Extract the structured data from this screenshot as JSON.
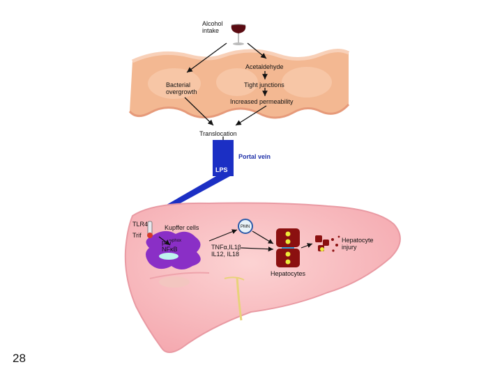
{
  "diagram": {
    "alcohol_intake": [
      "Alcohol",
      "intake"
    ],
    "acetaldehyde": "Acetaldehyde",
    "bacterial_overgrowth": [
      "Bacterial",
      "overgrowth"
    ],
    "tight_junctions": "Tight junctions",
    "increased_permeability": "Increased permeability",
    "translocation": "Translocation",
    "portal_vein": "Portal vein",
    "lps": "LPS",
    "tlr4": "TLR4",
    "trif": "Trif",
    "kupffer_cells": "Kupffer cells",
    "p47": "p47",
    "p47_sup": "phox",
    "nfkb": "NFκB",
    "pmn": "PMN",
    "cytokines": [
      "TNFα,IL1β",
      "IL12, IL18"
    ],
    "hepatocytes": "Hepatocytes",
    "hepatocyte_injury": [
      "Hepatocyte",
      "injury"
    ]
  },
  "slide": {
    "number": "28"
  },
  "colors": {
    "intestine": "#f3b892",
    "liver": "#f8b9bf",
    "portal_vein": "#1b2fc4",
    "kupffer": "#8a2fc6",
    "hepatocyte": "#8b1010"
  }
}
